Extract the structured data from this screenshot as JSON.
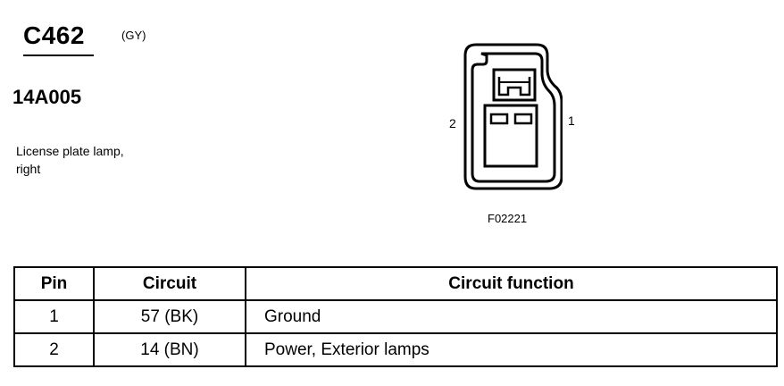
{
  "connector": {
    "id": "C462",
    "color": "(GY)",
    "part_number": "14A005",
    "description_line1": "License plate lamp,",
    "description_line2": "right"
  },
  "diagram": {
    "figure_code": "F02221",
    "pin_labels": {
      "left": "2",
      "right": "1"
    }
  },
  "table": {
    "headers": [
      "Pin",
      "Circuit",
      "Circuit function"
    ],
    "rows": [
      {
        "pin": "1",
        "circuit": "57 (BK)",
        "function": "Ground"
      },
      {
        "pin": "2",
        "circuit": "14 (BN)",
        "function": "Power, Exterior lamps"
      }
    ]
  }
}
